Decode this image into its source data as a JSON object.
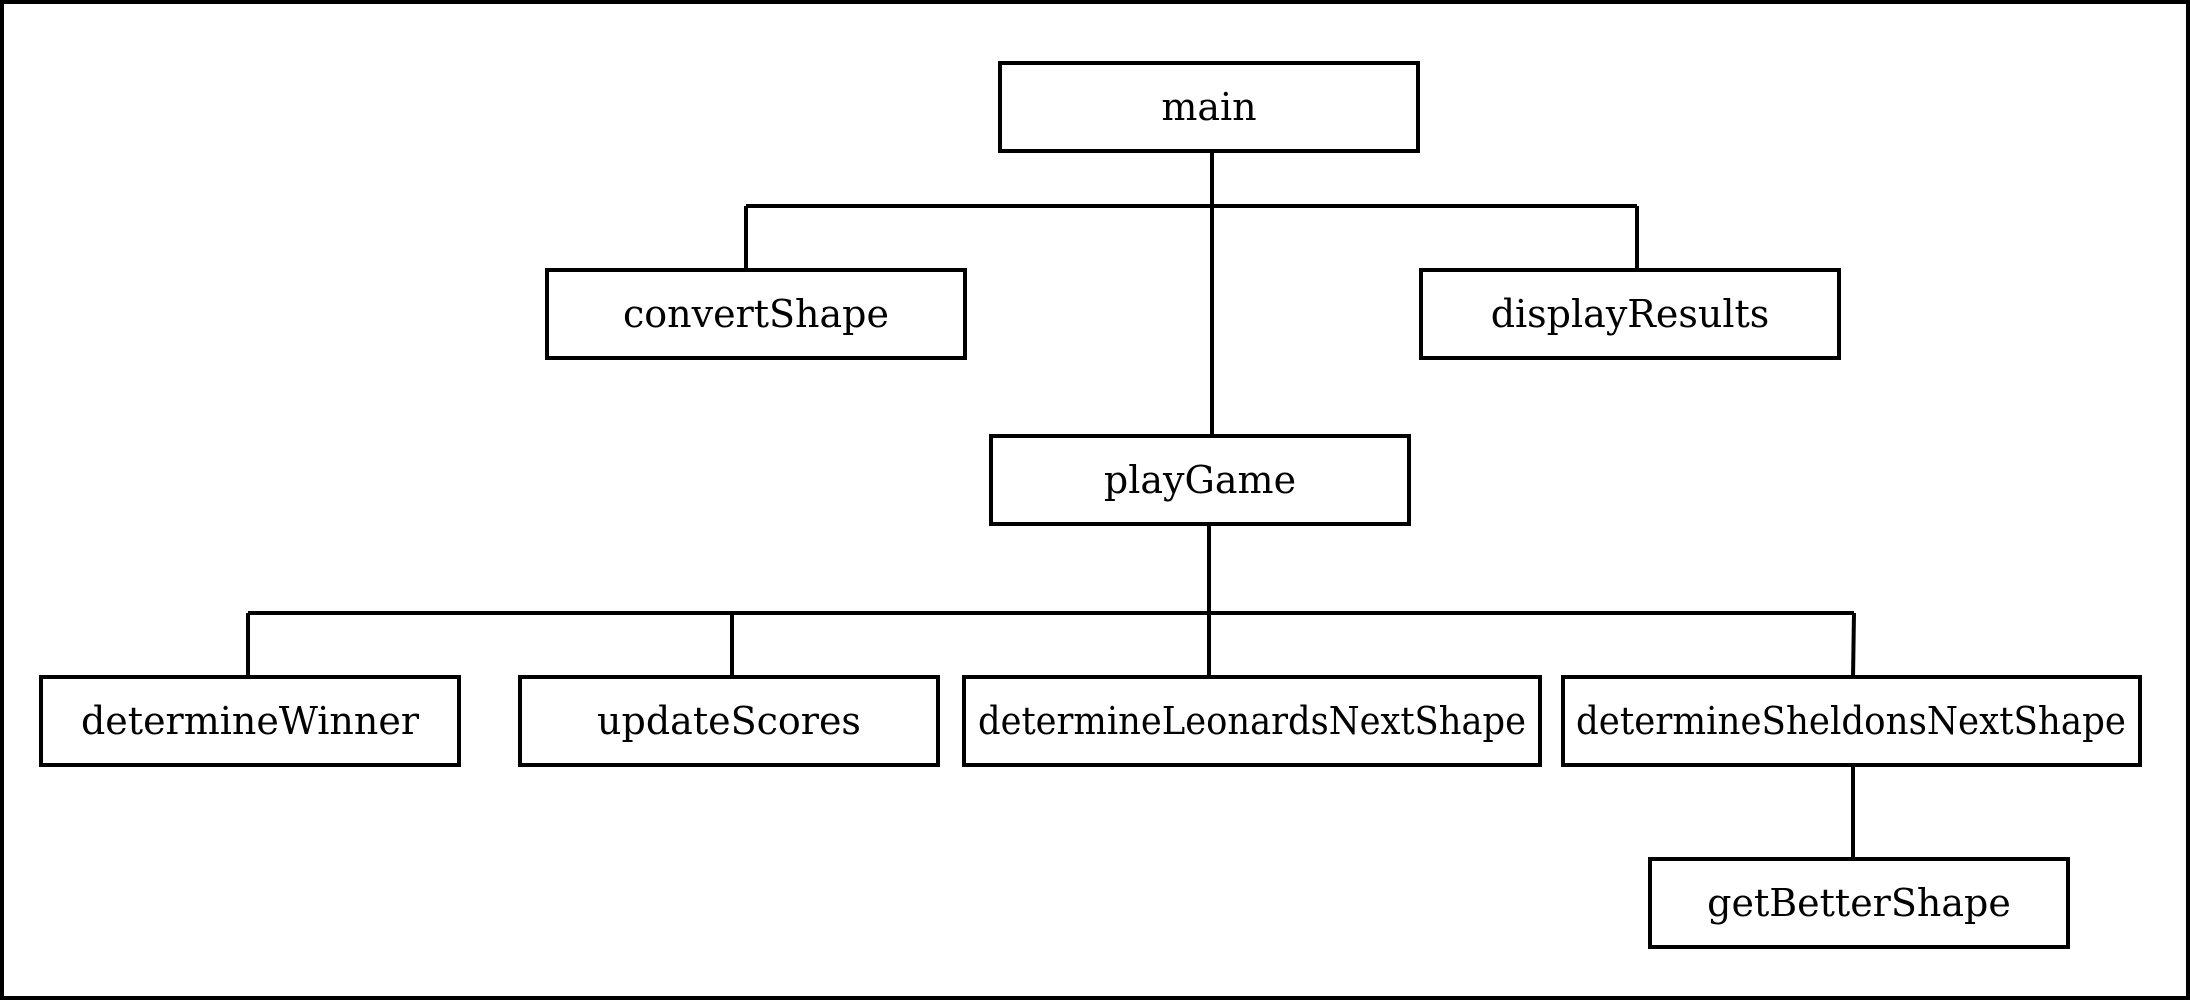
{
  "diagram": {
    "nodes": {
      "main": "main",
      "convertShape": "convertShape",
      "displayResults": "displayResults",
      "playGame": "playGame",
      "determineWinner": "determineWinner",
      "updateScores": "updateScores",
      "determineLeonardsNextShape": "determineLeonardsNextShape",
      "determineSheldonsNextShape": "determineSheldonsNextShape",
      "getBetterShape": "getBetterShape"
    },
    "edges": [
      {
        "from": "main",
        "to": "convertShape"
      },
      {
        "from": "main",
        "to": "displayResults"
      },
      {
        "from": "main",
        "to": "playGame"
      },
      {
        "from": "playGame",
        "to": "determineWinner"
      },
      {
        "from": "playGame",
        "to": "updateScores"
      },
      {
        "from": "playGame",
        "to": "determineLeonardsNextShape"
      },
      {
        "from": "playGame",
        "to": "determineSheldonsNextShape"
      },
      {
        "from": "determineSheldonsNextShape",
        "to": "getBetterShape"
      }
    ]
  }
}
